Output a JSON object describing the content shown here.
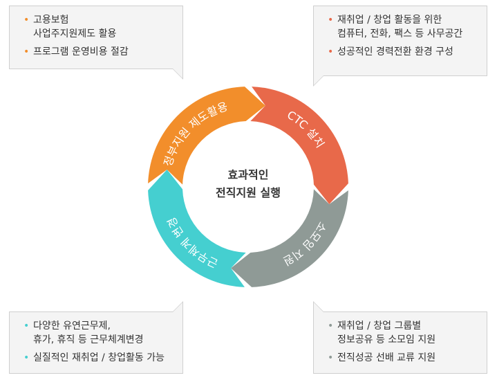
{
  "center": {
    "line1": "효과적인",
    "line2": "전직지원 실행"
  },
  "segments": [
    {
      "label": "정부지원 제도활용",
      "color": "#f28e2b"
    },
    {
      "label": "CTC 설치",
      "color": "#e8694a"
    },
    {
      "label": "소모임 지원",
      "color": "#8f9a96"
    },
    {
      "label": "근무체계 변경",
      "color": "#45cfd0"
    }
  ],
  "callouts": {
    "top_left": {
      "bullet_color": "#f28e2b",
      "items": [
        "고용보험\n사업주지원제도 활용",
        "프로그램 운영비용 절감"
      ]
    },
    "top_right": {
      "bullet_color": "#e8694a",
      "items": [
        "재취업 / 창업 활동을 위한\n컴퓨터, 전화, 팩스 등 사무공간",
        "성공적인 경력전환 환경 구성"
      ]
    },
    "bottom_left": {
      "bullet_color": "#45cfd0",
      "items": [
        "다양한 유연근무제,\n휴가, 휴직 등 근무체계변경",
        "실질적인 재취업 / 창업활동 가능"
      ]
    },
    "bottom_right": {
      "bullet_color": "#8f9a96",
      "items": [
        "재취업 / 창업 그룹별\n정보공유 등 소모임 지원",
        "전직성공 선배 교류 지원"
      ]
    }
  }
}
